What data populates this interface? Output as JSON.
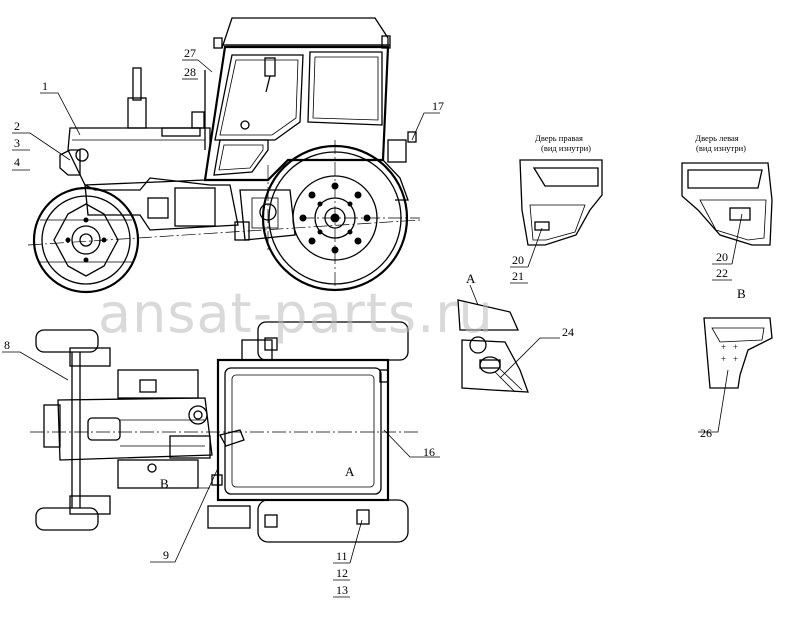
{
  "watermark": "ansat-parts.ru",
  "captions": {
    "door_right": [
      "Дверь правая",
      "(вид изнутри)"
    ],
    "door_left": [
      "Дверь левая",
      "(вид изнутри)"
    ]
  },
  "views": {
    "a_detail": "А",
    "a_top": "А",
    "b_detail": "В",
    "b_top": "В"
  },
  "callouts": {
    "c1": "1",
    "c2": "2",
    "c3": "3",
    "c4": "4",
    "c8": "8",
    "c9": "9",
    "c11": "11",
    "c12": "12",
    "c13": "13",
    "c16": "16",
    "c17": "17",
    "c20a": "20",
    "c21": "21",
    "c20b": "20",
    "c22": "22",
    "c24": "24",
    "c26": "26",
    "c27": "27",
    "c28": "28"
  }
}
